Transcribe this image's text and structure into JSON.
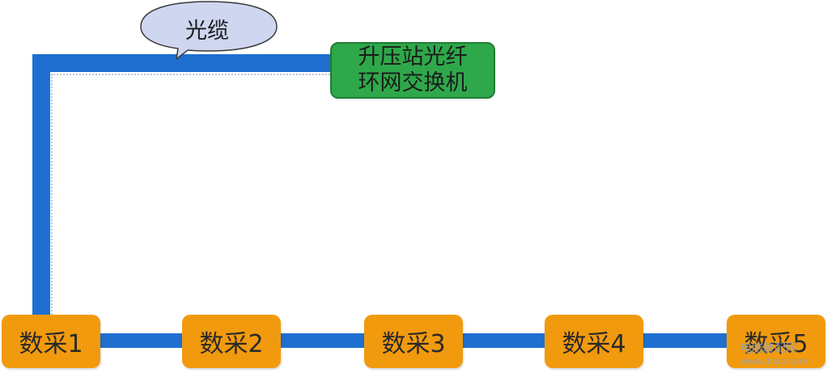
{
  "callout": {
    "label": "光缆"
  },
  "switch": {
    "line1": "升压站光纤",
    "line2": "环网交换机"
  },
  "nodes": [
    "数采1",
    "数采2",
    "数采3",
    "数采4",
    "数采5"
  ],
  "watermark": {
    "name": "电脑装配网",
    "url": "www.dnzp.com"
  },
  "colors": {
    "link": "#1e6fd0",
    "node_fill": "#f29a0d",
    "switch_fill": "#2ea84a",
    "callout_fill": "#cfd6f0"
  }
}
